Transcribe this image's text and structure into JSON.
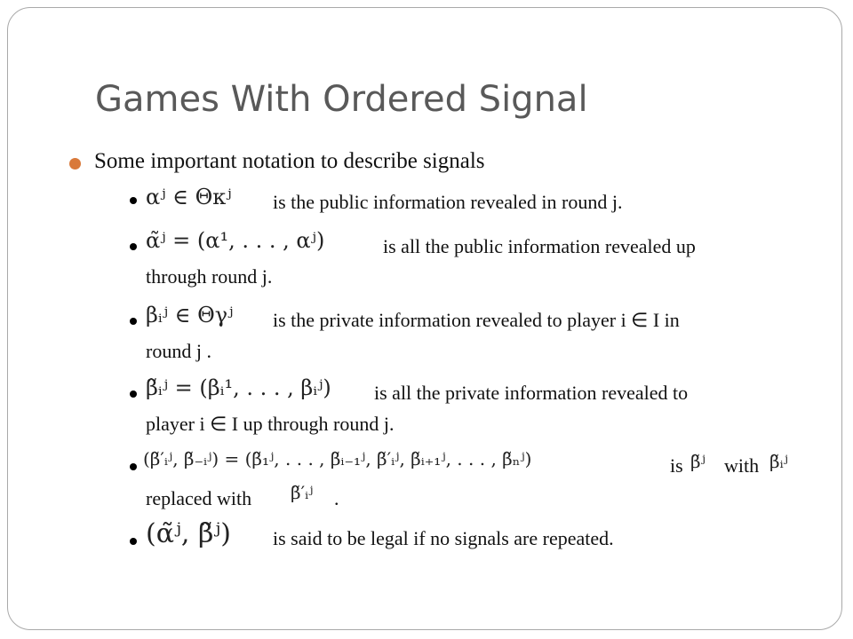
{
  "slide": {
    "title": "Games With Ordered Signal"
  },
  "content": {
    "intro": "Some important notation to describe signals",
    "items": [
      {
        "formula": "αʲ  ∈  Θκʲ",
        "text": "is the public information revealed in round j."
      },
      {
        "formula": "α̃ʲ  =  (α¹, . . . , αʲ)",
        "text": "is all the public information revealed up",
        "text_cont": "through round  j."
      },
      {
        "formula": "βᵢʲ  ∈  Θγʲ",
        "text": "is the private information revealed to player i ∈ I in",
        "text_cont": "round j ."
      },
      {
        "formula": "β̃ᵢʲ  =  (βᵢ¹, . . . , βᵢʲ)",
        "text": "is all the private information revealed to",
        "text_cont": "player i ∈ I up through round j."
      },
      {
        "formula": "(β̃′ᵢʲ, β̃₋ᵢʲ)  =  (β̃₁ʲ, . . . , β̃ᵢ₋₁ʲ, β̃′ᵢʲ, β̃ᵢ₊₁ʲ, . . . , β̃ₙʲ)",
        "text_is": "is",
        "formula_b": "β̃ʲ",
        "text_with": "with",
        "formula_c": "β̃ᵢʲ",
        "text_cont_a": "replaced with",
        "formula_d": "β̃′ᵢʲ",
        "text_cont_b": "."
      },
      {
        "formula": "(α̃ʲ, β̃ʲ)",
        "text": "is said to be legal  if no signals are repeated."
      }
    ]
  },
  "colors": {
    "title": "#595959",
    "bullet_accent": "#d9793a",
    "border": "#a9a9a9"
  }
}
